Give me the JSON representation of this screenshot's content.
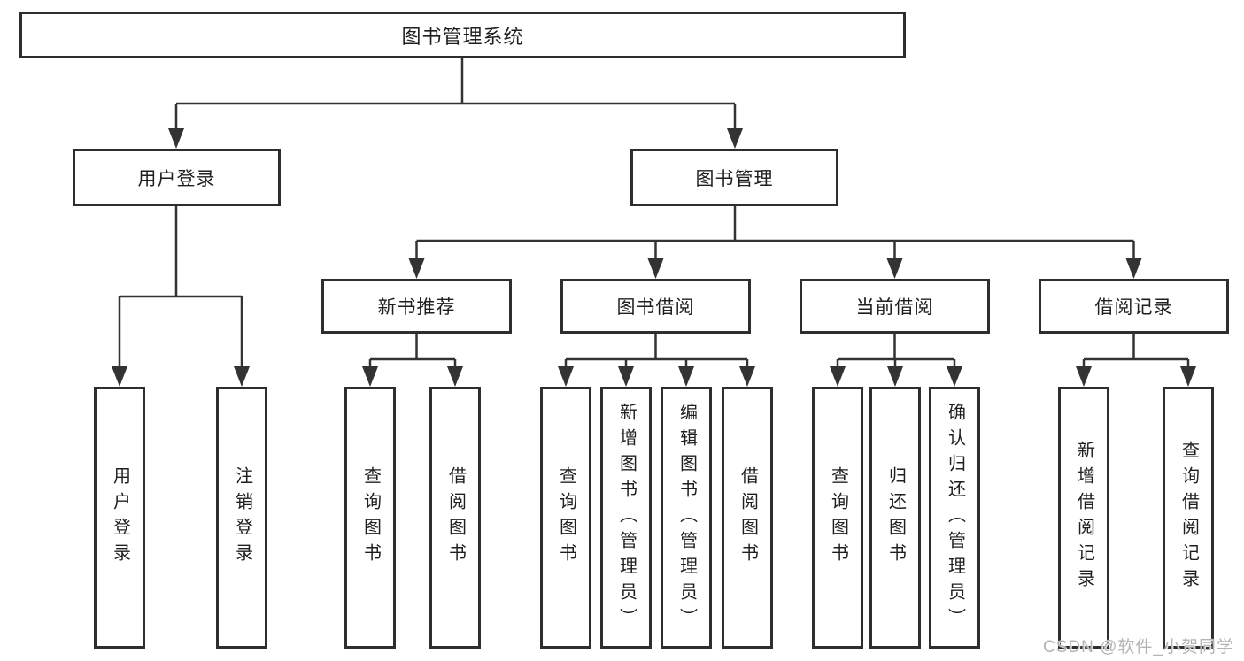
{
  "diagram": {
    "type": "hierarchy-diagram",
    "colors": {
      "line": "#333333",
      "box_border": "#2e2e2e",
      "box_fill": "#ffffff",
      "text": "#1f1f1f",
      "background": "#ffffff",
      "watermark": "#b4b4b4"
    },
    "watermark": "CSDN @软件_小贺同学",
    "nodes": {
      "root": {
        "label": "图书管理系统"
      },
      "level2": [
        {
          "label": "用户登录"
        },
        {
          "label": "图书管理"
        }
      ],
      "level3": [
        {
          "label": "新书推荐"
        },
        {
          "label": "图书借阅"
        },
        {
          "label": "当前借阅"
        },
        {
          "label": "借阅记录"
        }
      ],
      "leaves": {
        "user_login": [
          {
            "label": "用户登录"
          },
          {
            "label": "注销登录"
          }
        ],
        "new_book_recommend": [
          {
            "label": "查询图书"
          },
          {
            "label": "借阅图书"
          }
        ],
        "book_borrow": [
          {
            "label": "查询图书"
          },
          {
            "label": "新增图书（管理员）"
          },
          {
            "label": "编辑图书（管理员）"
          },
          {
            "label": "借阅图书"
          }
        ],
        "current_borrow": [
          {
            "label": "查询图书"
          },
          {
            "label": "归还图书"
          },
          {
            "label": "确认归还（管理员）"
          }
        ],
        "borrow_records": [
          {
            "label": "新增借阅记录"
          },
          {
            "label": "查询借阅记录"
          }
        ]
      }
    }
  }
}
